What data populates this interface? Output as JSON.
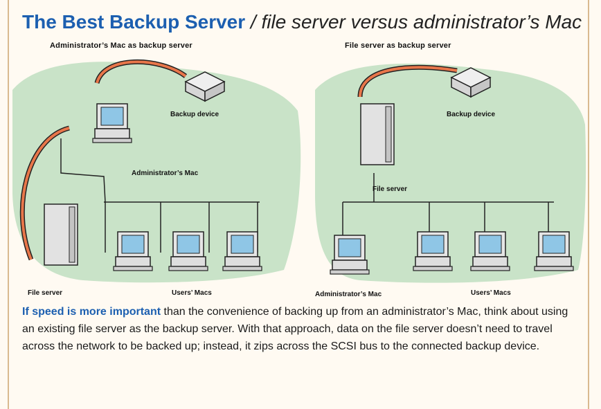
{
  "title": {
    "main": "The Best Backup Server",
    "subtitle": "/ file server versus administrator’s Mac"
  },
  "diagrams": {
    "left": {
      "label": "Administrator’s Mac as backup server",
      "backup_device": "Backup device",
      "admin_mac": "Administrator’s Mac",
      "file_server": "File server",
      "users_macs": "Users’ Macs"
    },
    "right": {
      "label": "File server as backup server",
      "backup_device": "Backup device",
      "file_server": "File server",
      "admin_mac": "Administrator’s Mac",
      "users_macs": "Users’ Macs"
    }
  },
  "caption": {
    "lead": "If speed is more important",
    "body": " than the convenience of backing up from an administrator’s Mac, think about using an existing file server as the backup server. With that approach, data on the file server doesn’t need to travel across the network to be backed up; instead, it zips across the SCSI bus to the connected backup device."
  },
  "colors": {
    "title": "#1c5fb0",
    "frame": "#d9b98f",
    "blob": "#c9e3c8",
    "arrow": "#e8764a"
  }
}
